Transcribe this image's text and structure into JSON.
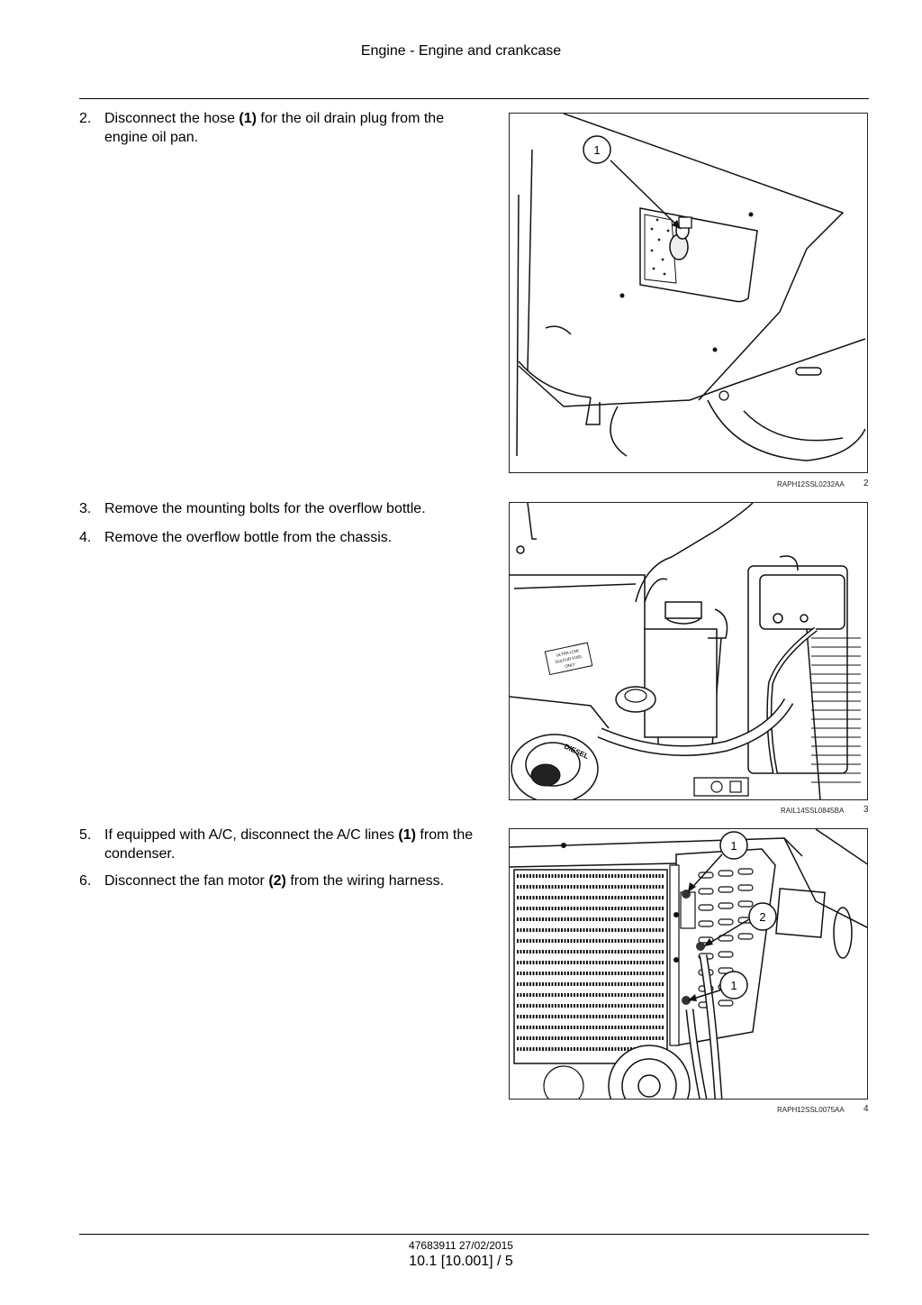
{
  "header": {
    "title": "Engine - Engine and crankcase"
  },
  "steps": [
    {
      "number": "2.",
      "before": "Disconnect the hose ",
      "bold1": "(1)",
      "after": " for the oil drain plug from the engine oil pan."
    },
    {
      "number": "3.",
      "text": "Remove the mounting bolts for the overflow bottle."
    },
    {
      "number": "4.",
      "text": "Remove the overflow bottle from the chassis."
    },
    {
      "number": "5.",
      "before": "If equipped with A/C, disconnect the A/C lines ",
      "bold1": "(1)",
      "after": " from the condenser."
    },
    {
      "number": "6.",
      "before": "Disconnect the fan motor ",
      "bold1": "(2)",
      "after": " from the wiring harness."
    }
  ],
  "figures": [
    {
      "ref": "RAPH12SSL0232AA",
      "number": "2",
      "callouts": [
        "1"
      ]
    },
    {
      "ref": "RAIL14SSL0845BA",
      "number": "3",
      "decal_text": [
        "ULTRA LOW",
        "SULFUR FUEL",
        "ONLY"
      ],
      "cap_text": "DIESEL"
    },
    {
      "ref": "RAPH12SSL0075AA",
      "number": "4",
      "callouts": [
        "1",
        "2",
        "1"
      ]
    }
  ],
  "footer": {
    "code": "47683911 27/02/2015",
    "page": "10.1 [10.001] / 5"
  }
}
